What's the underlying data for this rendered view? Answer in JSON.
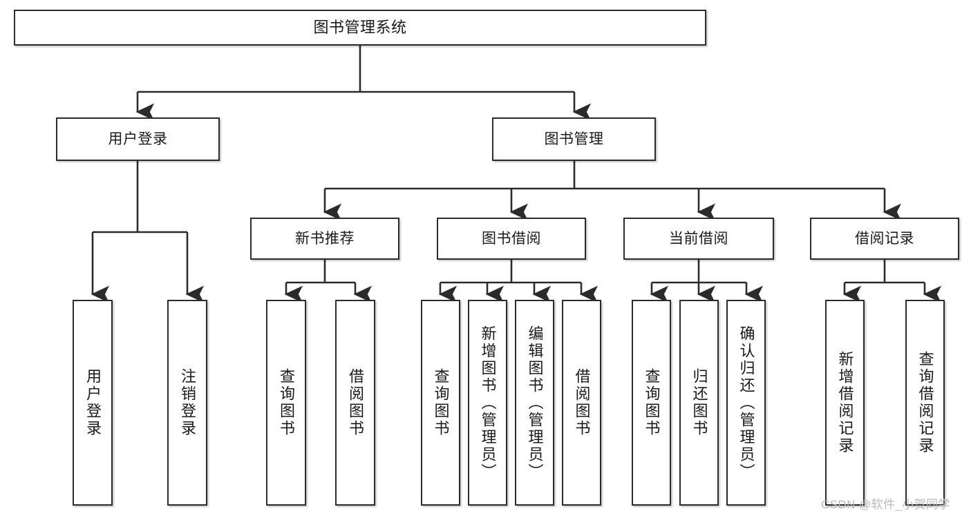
{
  "diagram": {
    "type": "tree-hierarchy-chart",
    "title": "图书管理系统",
    "stroke_color": "#2b2b2b",
    "fill_color": "#ffffff",
    "text_color": "#1a1a1a",
    "levels": {
      "root": {
        "label": "图书管理系统"
      },
      "level2": [
        {
          "label": "用户登录"
        },
        {
          "label": "图书管理"
        }
      ],
      "level3": [
        {
          "label": "新书推荐"
        },
        {
          "label": "图书借阅"
        },
        {
          "label": "当前借阅"
        },
        {
          "label": "借阅记录"
        }
      ],
      "leaves": {
        "user_login": [
          {
            "label": "用户登录"
          },
          {
            "label": "注销登录"
          }
        ],
        "new_book_recommend": [
          {
            "label": "查询图书"
          },
          {
            "label": "借阅图书"
          }
        ],
        "book_borrow": [
          {
            "label": "查询图书"
          },
          {
            "label": "新增图书（管理员）"
          },
          {
            "label": "编辑图书（管理员）"
          },
          {
            "label": "借阅图书"
          }
        ],
        "current_borrow": [
          {
            "label": "查询图书"
          },
          {
            "label": "归还图书"
          },
          {
            "label": "确认归还（管理员）"
          }
        ],
        "borrow_record": [
          {
            "label": "新增借阅记录"
          },
          {
            "label": "查询借阅记录"
          }
        ]
      }
    }
  },
  "watermark": {
    "text": "CSDN @软件_小贺同学"
  }
}
